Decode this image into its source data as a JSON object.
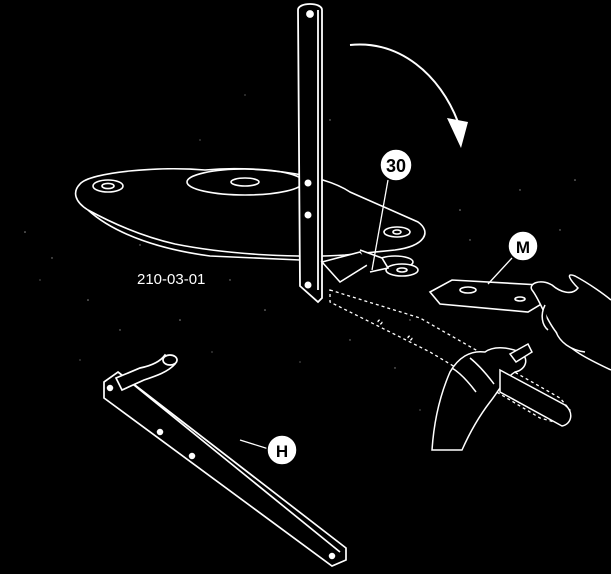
{
  "figure": {
    "code": "210-03-01",
    "callouts": {
      "part_30": "30",
      "part_m": "M",
      "part_h": "H"
    }
  },
  "colors": {
    "background": "#000000",
    "line": "#ffffff"
  }
}
